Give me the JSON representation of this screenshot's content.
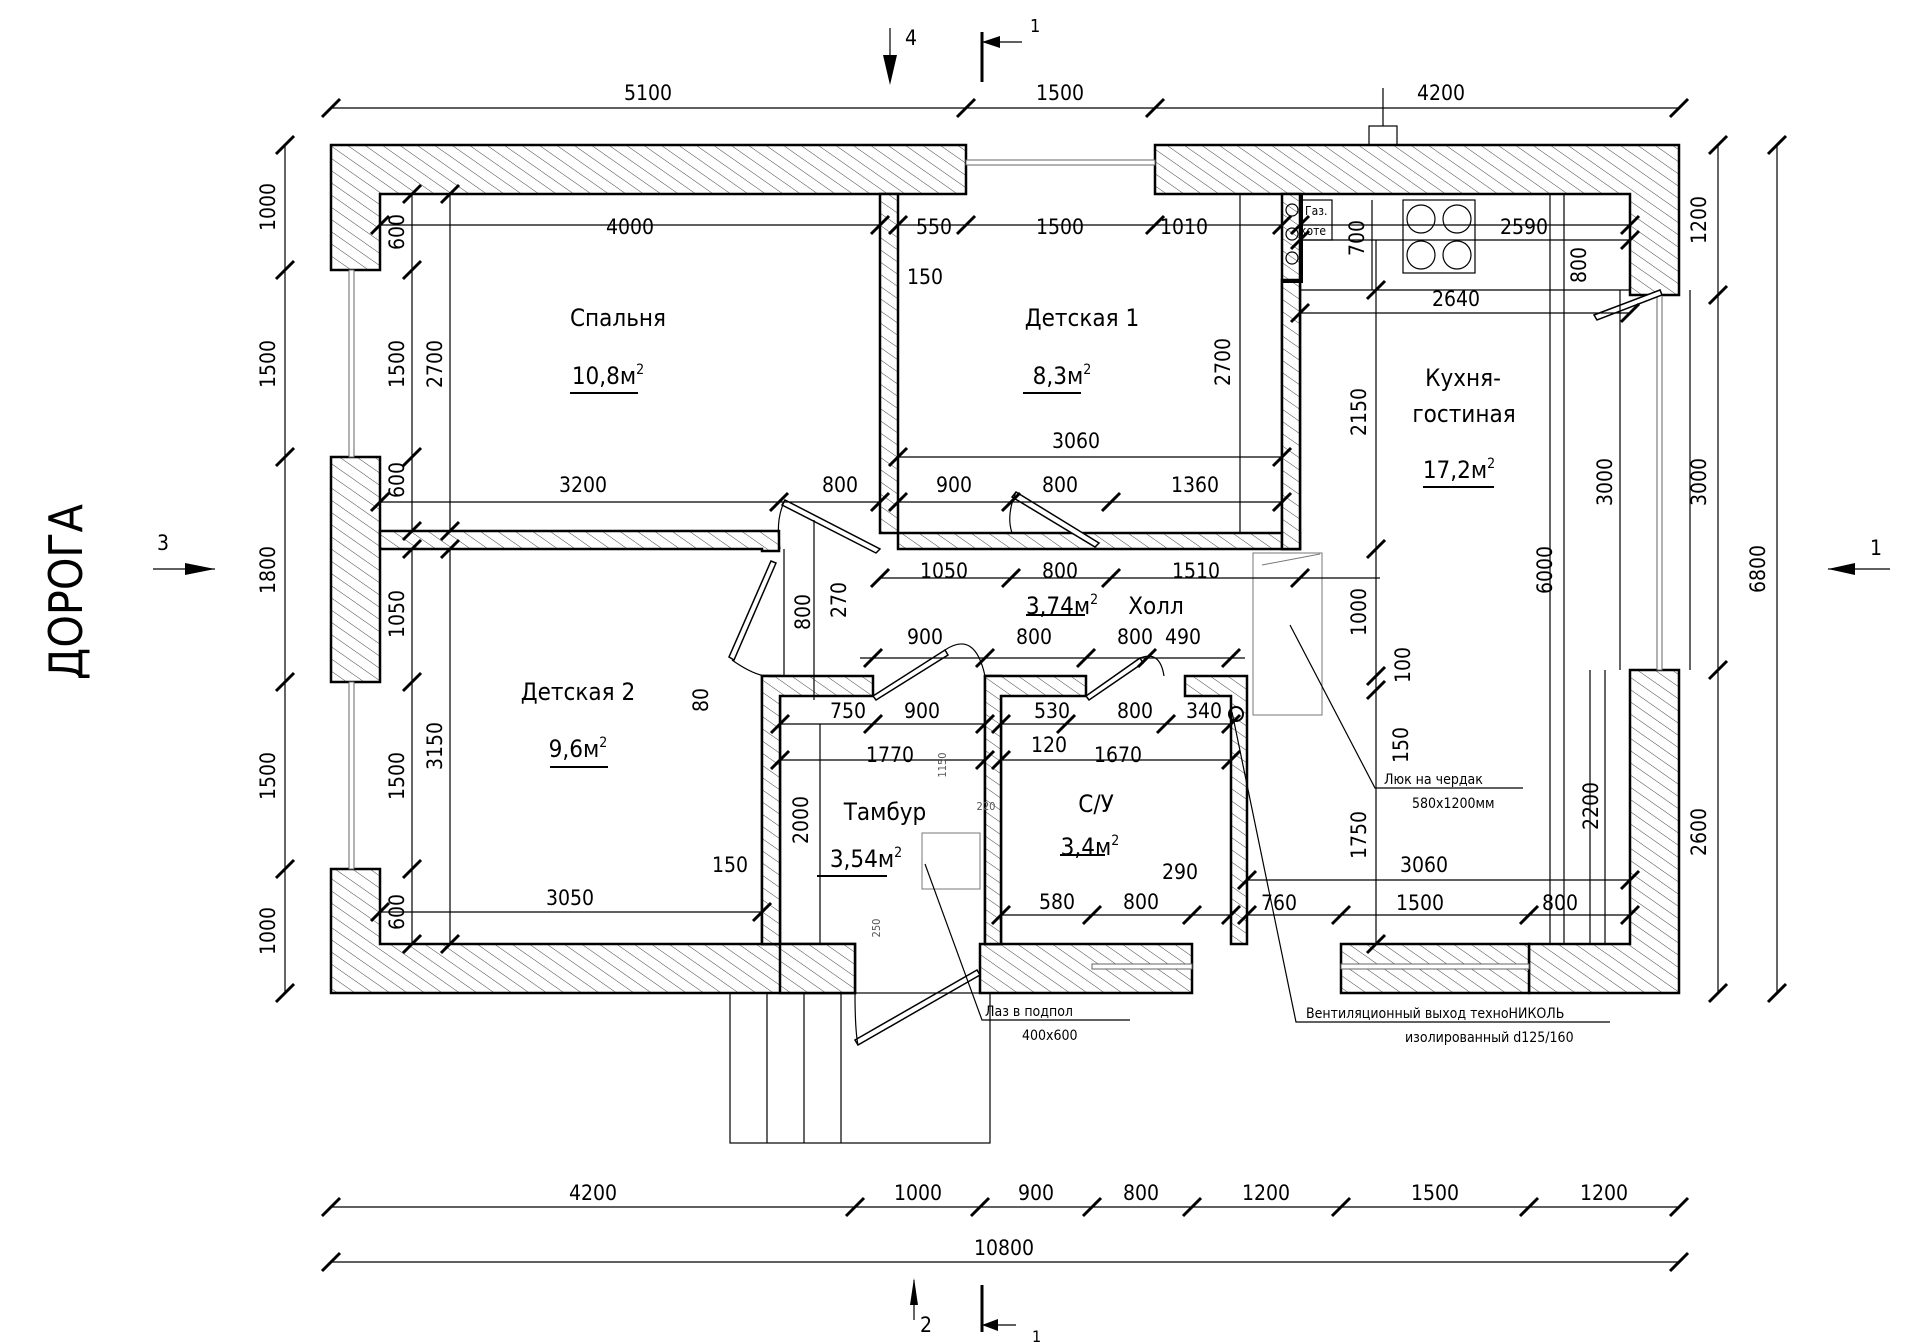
{
  "title_label": "ДОРОГА",
  "rooms": [
    {
      "id": "bedroom",
      "name": "Спальня",
      "area": "10,8м",
      "sup": "2"
    },
    {
      "id": "kids1",
      "name": "Детская 1",
      "area": "8,3м",
      "sup": "2"
    },
    {
      "id": "kitchen",
      "name": "Кухня-",
      "name2": "гостиная",
      "area": "17,2м",
      "sup": "2"
    },
    {
      "id": "kids2",
      "name": "Детская 2",
      "area": "9,6м",
      "sup": "2"
    },
    {
      "id": "hall",
      "name": "Холл",
      "area": "3,74м",
      "sup": "2"
    },
    {
      "id": "vestibule",
      "name": "Тамбур",
      "area": "3,54м",
      "sup": "2"
    },
    {
      "id": "bathroom",
      "name": "С/У",
      "area": "3,4м",
      "sup": "2"
    }
  ],
  "top_dims": [
    "5100",
    "1500",
    "4200"
  ],
  "bottom_dims": [
    "4200",
    "1000",
    "900",
    "800",
    "1200",
    "1500",
    "1200"
  ],
  "total_width": "10800",
  "left_dims": [
    "1000",
    "1500",
    "1800",
    "1500",
    "1000"
  ],
  "right_dims_outer": [
    "1200",
    "3000",
    "2600"
  ],
  "total_height": "6800",
  "interior_dims": {
    "bedroom_width_top": "4000",
    "bedroom_w_bottom": "3200",
    "bedroom_door": "800",
    "bedroom_left_600a": "600",
    "bedroom_left_1500": "1500",
    "bedroom_left_600b": "600",
    "bedroom_height": "2700",
    "kids1_550": "550",
    "kids1_1500": "1500",
    "kids1_1010": "1010",
    "kids1_150": "150",
    "kids1_width": "3060",
    "kids1_height": "2700",
    "kids1_900": "900",
    "kids1_800": "800",
    "kids1_1360": "1360",
    "hall_1050": "1050",
    "hall_800": "800",
    "hall_1510": "1510",
    "hall_270": "270",
    "hall_800v": "800",
    "hall_900": "900",
    "hall_800b": "800",
    "hall_800c": "800",
    "hall_490": "490",
    "hall_80": "80",
    "kids2_1050": "1050",
    "kids2_1500": "1500",
    "kids2_600": "600",
    "kids2_height": "3150",
    "kids2_width": "3050",
    "kids2_150": "150",
    "vest_750": "750",
    "vest_900": "900",
    "vest_width": "1770",
    "vest_height": "2000",
    "vest_1150": "1150",
    "vest_220": "220",
    "vest_250": "250",
    "bath_530": "530",
    "bath_800": "800",
    "bath_340": "340",
    "bath_120": "120",
    "bath_width": "1670",
    "bath_580": "580",
    "bath_800b": "800",
    "bath_290": "290",
    "kitchen_2590": "2590",
    "kitchen_700": "700",
    "kitchen_800": "800",
    "kitchen_2640": "2640",
    "kitchen_2150": "2150",
    "kitchen_1000": "1000",
    "kitchen_100": "100",
    "kitchen_150": "150",
    "kitchen_1750": "1750",
    "kitchen_3060": "3060",
    "kitchen_760": "760",
    "kitchen_1500": "1500",
    "kitchen_800b": "800",
    "kitchen_6000": "6000",
    "kitchen_3000": "3000",
    "kitchen_2200": "2200",
    "right_3000": "3000"
  },
  "equipment": {
    "boiler_line1": "Газ.",
    "boiler_line2": "коте"
  },
  "notes": {
    "attic_hatch_1": "Люк на чердак",
    "attic_hatch_2": "580х1200мм",
    "floor_hatch_1": "Лаз в подпол",
    "floor_hatch_2": "400х600",
    "vent_1": "Вентиляционный выход техноНИКОЛЬ",
    "vent_2": "изолированный d125/160"
  },
  "section_marks": {
    "top_4": "4",
    "top_1": "1",
    "left_3": "3",
    "right_1": "1",
    "bottom_2": "2",
    "bottom_1": "1"
  }
}
